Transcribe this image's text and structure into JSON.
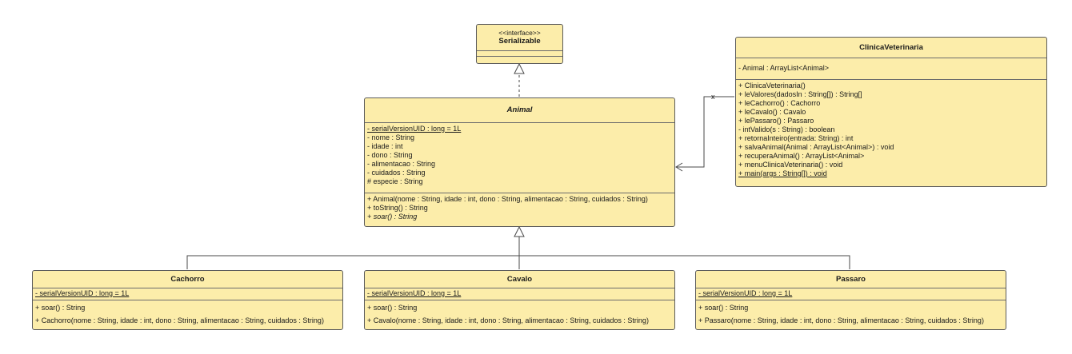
{
  "colors": {
    "class_fill": "#fcedaa",
    "border": "#5b5b5b",
    "line": "#4a4a4a"
  },
  "serializable": {
    "stereotype": "<<interface>>",
    "name": "Serializable"
  },
  "animal": {
    "name": "Animal",
    "attributes": [
      {
        "text": "- serialVersionUID : long = 1L",
        "static": true
      },
      {
        "text": "- nome : String"
      },
      {
        "text": "- idade : int"
      },
      {
        "text": "- dono : String"
      },
      {
        "text": "- alimentacao : String"
      },
      {
        "text": "- cuidados : String"
      },
      {
        "text": "# especie : String"
      }
    ],
    "methods": [
      {
        "text": "+ Animal(nome : String, idade : int, dono : String, alimentacao : String, cuidados : String)"
      },
      {
        "text": "+ toString() : String"
      },
      {
        "text": "+ soar() : String",
        "abstract": true
      }
    ]
  },
  "clinica": {
    "name": "ClinicaVeterinaria",
    "attributes": [
      {
        "text": "- Animal : ArrayList<Animal>"
      }
    ],
    "methods": [
      {
        "text": "+ ClinicaVeterinaria()"
      },
      {
        "text": "+ leValores(dadosIn : String[]) : String[]"
      },
      {
        "text": "+ leCachorro() : Cachorro"
      },
      {
        "text": "+ leCavalo() : Cavalo"
      },
      {
        "text": "+ lePassaro() : Passaro"
      },
      {
        "text": "- intValido(s : String) : boolean"
      },
      {
        "text": "+ retornaInteiro(entrada: String) : int"
      },
      {
        "text": "+ salvaAnimal(Animal : ArrayList<Animal>) : void"
      },
      {
        "text": "+ recuperaAnimal() : ArrayList<Animal>"
      },
      {
        "text": "+ menuClinicaVeterinaria() : void"
      },
      {
        "text": "+ main(args : String[]) : void",
        "static": true
      }
    ]
  },
  "cachorro": {
    "name": "Cachorro",
    "attributes": [
      {
        "text": "- serialVersionUID : long = 1L",
        "static": true
      }
    ],
    "methods": [
      {
        "text": "+ soar() : String"
      },
      {
        "text": "+ Cachorro(nome : String, idade : int, dono : String, alimentacao : String, cuidados : String)"
      }
    ]
  },
  "cavalo": {
    "name": "Cavalo",
    "attributes": [
      {
        "text": "- serialVersionUID : long = 1L",
        "static": true
      }
    ],
    "methods": [
      {
        "text": "+ soar() : String"
      },
      {
        "text": "+ Cavalo(nome : String, idade : int, dono : String, alimentacao : String, cuidados : String)"
      }
    ]
  },
  "passaro": {
    "name": "Passaro",
    "attributes": [
      {
        "text": "- serialVersionUID : long = 1L",
        "static": true
      }
    ],
    "methods": [
      {
        "text": "+ soar() : String"
      },
      {
        "text": "+ Passaro(nome : String, idade : int, dono : String, alimentacao : String, cuidados : String)"
      }
    ]
  },
  "association": {
    "source_marker": "x"
  }
}
